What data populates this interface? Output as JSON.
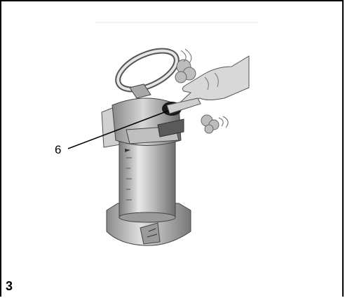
{
  "figure": {
    "number": "3",
    "callout_label": "6"
  },
  "colors": {
    "frame": "#000000",
    "metal_light": "#e6e6e6",
    "metal_mid": "#bdbdbd",
    "metal_dark": "#7a7a7a",
    "cup_body": "#9e9e9e",
    "skin": "#cfcfcf",
    "background": "#ffffff"
  },
  "icons": [
    "milk-frother-illustration",
    "hand-illustration",
    "steam-puff-icon",
    "leader-line"
  ]
}
